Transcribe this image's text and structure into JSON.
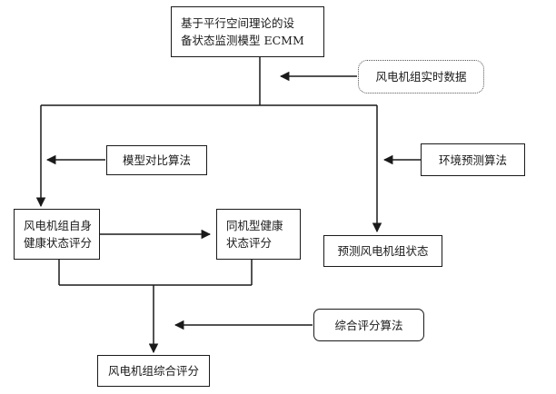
{
  "nodes": {
    "model": {
      "lines": [
        "基于平行空间理论的设",
        "备状态监测模型 ECMM"
      ]
    },
    "realtime_data": {
      "lines": [
        "风电机组实时数据"
      ]
    },
    "model_compare": {
      "lines": [
        "模型对比算法"
      ]
    },
    "env_predict": {
      "lines": [
        "环境预测算法"
      ]
    },
    "self_score": {
      "lines": [
        "风电机组自身",
        "健康状态评分"
      ]
    },
    "same_model_score": {
      "lines": [
        "同机型健康",
        "状态评分"
      ]
    },
    "predict_state": {
      "lines": [
        "预测风电机组状态"
      ]
    },
    "composite_algo": {
      "lines": [
        "综合评分算法"
      ]
    },
    "composite_score": {
      "lines": [
        "风电机组综合评分"
      ]
    }
  },
  "colors": {
    "stroke": "#1a1a1a",
    "dotted_border": "#555555",
    "background": "#ffffff"
  }
}
